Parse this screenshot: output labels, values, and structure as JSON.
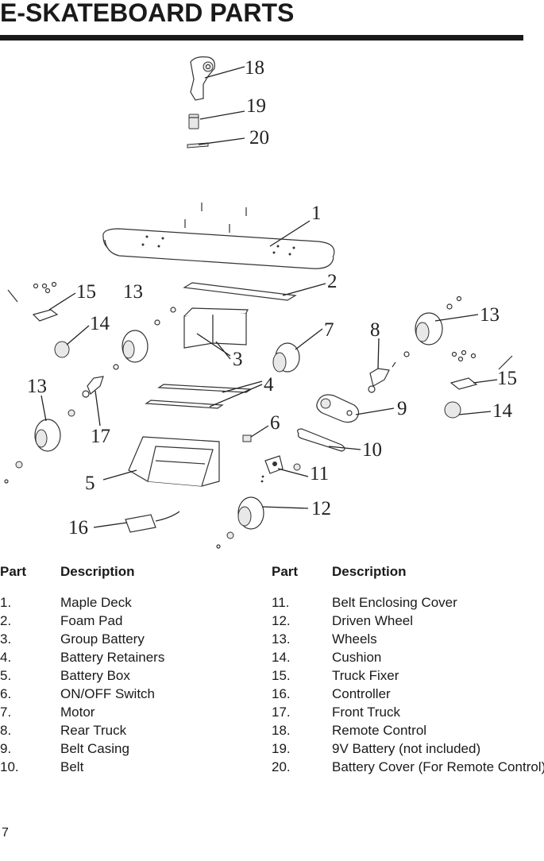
{
  "title": "E-SKATEBOARD PARTS",
  "page_number": "7",
  "callouts": [
    "18",
    "19",
    "20",
    "1",
    "2",
    "15",
    "13",
    "14",
    "3",
    "7",
    "8",
    "13",
    "13",
    "4",
    "15",
    "9",
    "14",
    "6",
    "17",
    "10",
    "5",
    "11",
    "12",
    "16"
  ],
  "table_headers": {
    "part": "Part",
    "description": "Description"
  },
  "parts_left": [
    {
      "num": "1.",
      "desc": "Maple Deck"
    },
    {
      "num": "2.",
      "desc": "Foam Pad"
    },
    {
      "num": "3.",
      "desc": "Group Battery"
    },
    {
      "num": "4.",
      "desc": "Battery Retainers"
    },
    {
      "num": "5.",
      "desc": "Battery Box"
    },
    {
      "num": "6.",
      "desc": "ON/OFF Switch"
    },
    {
      "num": "7.",
      "desc": "Motor"
    },
    {
      "num": "8.",
      "desc": "Rear Truck"
    },
    {
      "num": "9.",
      "desc": "Belt Casing"
    },
    {
      "num": "10.",
      "desc": "Belt"
    }
  ],
  "parts_right": [
    {
      "num": "11.",
      "desc": "Belt Enclosing Cover"
    },
    {
      "num": "12.",
      "desc": "Driven Wheel"
    },
    {
      "num": "13.",
      "desc": "Wheels"
    },
    {
      "num": "14.",
      "desc": "Cushion"
    },
    {
      "num": "15.",
      "desc": "Truck Fixer"
    },
    {
      "num": "16.",
      "desc": "Controller"
    },
    {
      "num": "17.",
      "desc": "Front Truck"
    },
    {
      "num": "18.",
      "desc": "Remote Control"
    },
    {
      "num": "19.",
      "desc": "9V Battery (not included)"
    },
    {
      "num": "20.",
      "desc": "Battery Cover (For Remote Control)"
    }
  ]
}
